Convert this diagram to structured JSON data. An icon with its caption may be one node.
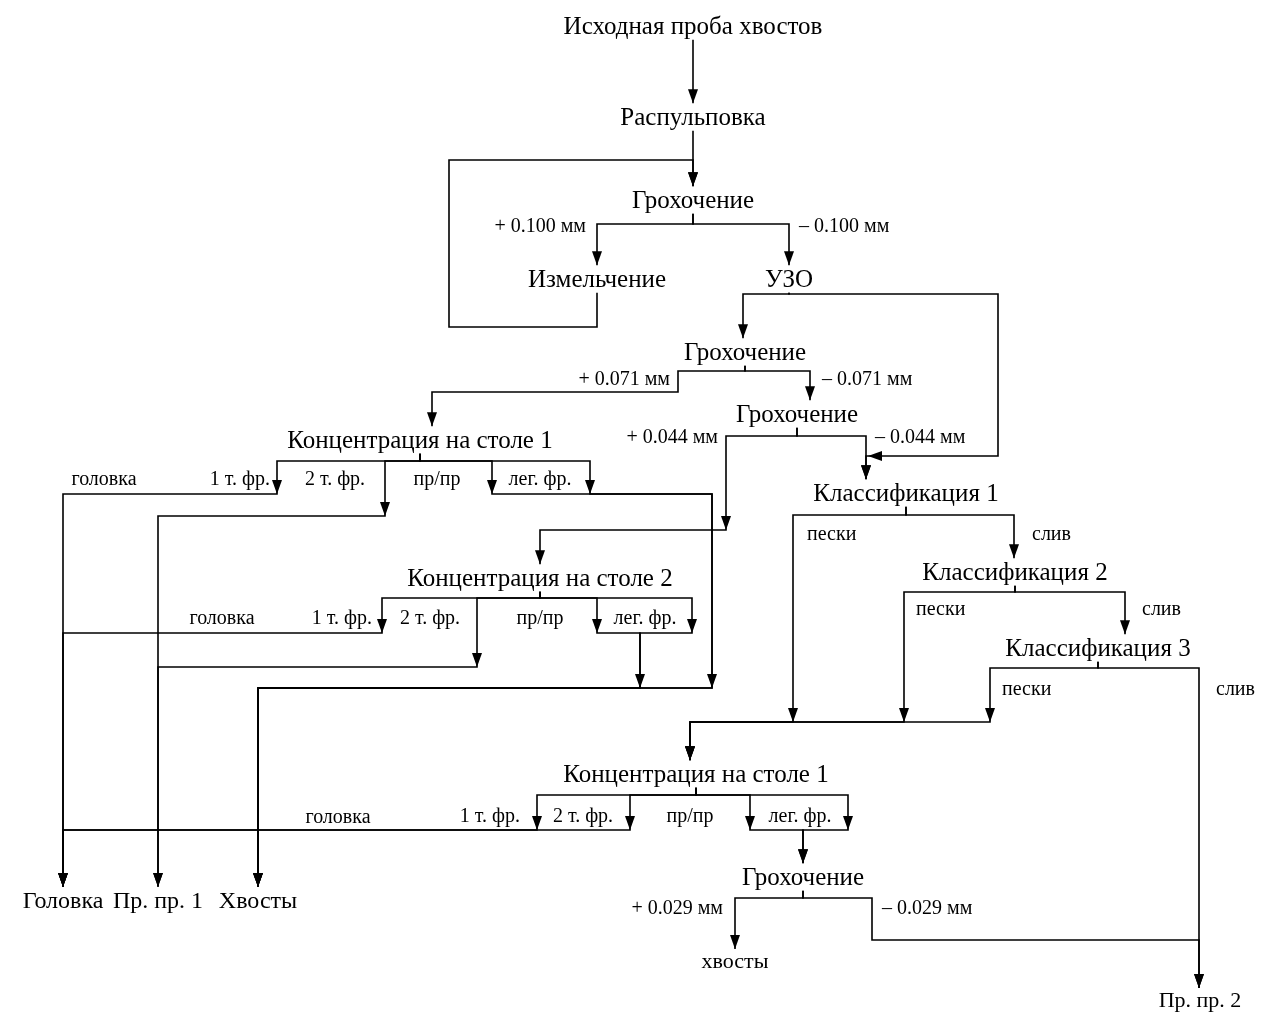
{
  "diagram": {
    "nodes": [
      {
        "text": [
          "Исходная проба хвостов"
        ]
      },
      {
        "text": [
          "Распульповка"
        ]
      },
      {
        "text": [
          "Грохочение"
        ]
      },
      {
        "text": [
          "Измельчение"
        ]
      },
      {
        "text": [
          "УЗО"
        ]
      },
      {
        "text": [
          "Грохочение"
        ]
      },
      {
        "text": [
          "Концентрация на столе 1"
        ]
      },
      {
        "text": [
          "Грохочение"
        ]
      },
      {
        "text": [
          "Классификация 1"
        ]
      },
      {
        "text": [
          "Концентрация на столе 2"
        ]
      },
      {
        "text": [
          "Классификация 2"
        ]
      },
      {
        "text": [
          "Классификация 3"
        ]
      },
      {
        "text": [
          "Концентрация на столе 1"
        ]
      },
      {
        "text": [
          "Грохочение"
        ]
      },
      {
        "text": [
          "Головка"
        ]
      },
      {
        "text": [
          "Пр. пр. 1"
        ]
      },
      {
        "text": [
          "Хвосты"
        ]
      },
      {
        "text": [
          "хвосты"
        ]
      },
      {
        "text": [
          "Пр. пр. 2"
        ]
      }
    ],
    "edges": [
      {
        "from": 0,
        "to": 1,
        "arrow": "to"
      },
      {
        "from": 1,
        "to": 2,
        "arrow": "to"
      },
      {
        "from": 2,
        "to": 3,
        "arrow": "to",
        "label": "+ 0.100 мм"
      },
      {
        "from": 2,
        "to": 4,
        "arrow": "to",
        "label": "– 0.100 мм"
      },
      {
        "from": 3,
        "to": 2,
        "arrow": "to"
      },
      {
        "from": 4,
        "to": 5,
        "arrow": "to"
      },
      {
        "from": 4,
        "to": 8,
        "arrow": "to"
      },
      {
        "from": 5,
        "to": 6,
        "arrow": "to",
        "label": "+ 0.071 мм"
      },
      {
        "from": 5,
        "to": 7,
        "arrow": "to",
        "label": "– 0.071 мм"
      },
      {
        "from": 7,
        "to": 9,
        "arrow": "to",
        "label": "+ 0.044 мм"
      },
      {
        "from": 7,
        "to": 8,
        "arrow": "to",
        "label": "– 0.044 мм"
      },
      {
        "from": 6,
        "to": 14,
        "arrow": "to",
        "label": "1 т. фр."
      },
      {
        "from": 6,
        "to": 15,
        "arrow": "to",
        "label": "2 т. фр."
      },
      {
        "from": 6,
        "to": 16,
        "arrow": "to",
        "label": "пр/пр"
      },
      {
        "from": 6,
        "to": 16,
        "arrow": "to",
        "label": "лег. фр."
      },
      {
        "from": 9,
        "to": 14,
        "arrow": "to",
        "label": "1 т. фр."
      },
      {
        "from": 9,
        "to": 15,
        "arrow": "to",
        "label": "2 т. фр."
      },
      {
        "from": 9,
        "to": 16,
        "arrow": "to",
        "label": "пр/пр"
      },
      {
        "from": 9,
        "to": 16,
        "arrow": "to",
        "label": "лег. фр."
      },
      {
        "from": 8,
        "to": 12,
        "arrow": "to",
        "label": "пески"
      },
      {
        "from": 8,
        "to": 10,
        "arrow": "to",
        "label": "слив"
      },
      {
        "from": 10,
        "to": 12,
        "arrow": "to",
        "label": "пески"
      },
      {
        "from": 10,
        "to": 11,
        "arrow": "to",
        "label": "слив"
      },
      {
        "from": 11,
        "to": 12,
        "arrow": "to",
        "label": "пески"
      },
      {
        "from": 11,
        "to": 18,
        "arrow": "to",
        "label": "слив"
      },
      {
        "from": 12,
        "to": 14,
        "arrow": "to",
        "label": "1 т. фр."
      },
      {
        "from": 12,
        "to": 14,
        "arrow": "to",
        "label": "2 т. фр."
      },
      {
        "from": 12,
        "to": 13,
        "arrow": "to",
        "label": "пр/пр"
      },
      {
        "from": 12,
        "to": 13,
        "arrow": "to",
        "label": "лег. фр."
      },
      {
        "from": 13,
        "to": 17,
        "arrow": "to",
        "label": "+ 0.029 мм"
      },
      {
        "from": 13,
        "to": 18,
        "arrow": "to",
        "label": "– 0.029 мм"
      }
    ],
    "labels": [
      "головка",
      "головка",
      "головка"
    ]
  }
}
